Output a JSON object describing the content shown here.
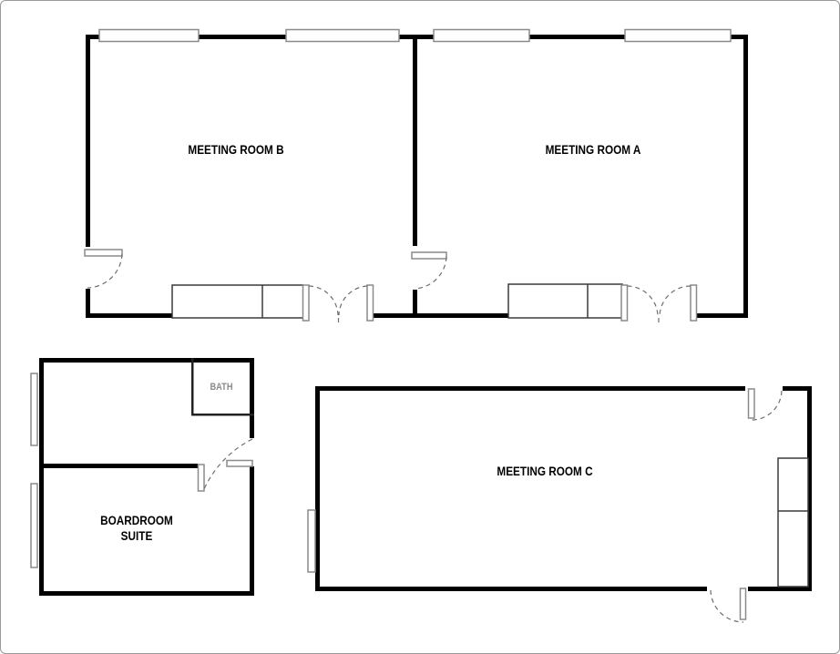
{
  "diagram": {
    "type": "floor-plan",
    "description_visible_text_only": true
  },
  "colors": {
    "wall": "#000000",
    "innerwall": "#222222",
    "fixture": "#8a8a8a",
    "swing": "#6e6e6e",
    "furniture": "#3a3a3a",
    "label": "#000000",
    "bath_label": "#8a8a8a",
    "page_border": "#999999"
  },
  "rooms": {
    "meeting_room_b": {
      "label": "MEETING ROOM B"
    },
    "meeting_room_a": {
      "label": "MEETING ROOM A"
    },
    "meeting_room_c": {
      "label": "MEETING ROOM C"
    },
    "boardroom_suite": {
      "label_line1": "BOARDROOM",
      "label_line2": "SUITE"
    },
    "bath": {
      "label": "BATH"
    }
  }
}
